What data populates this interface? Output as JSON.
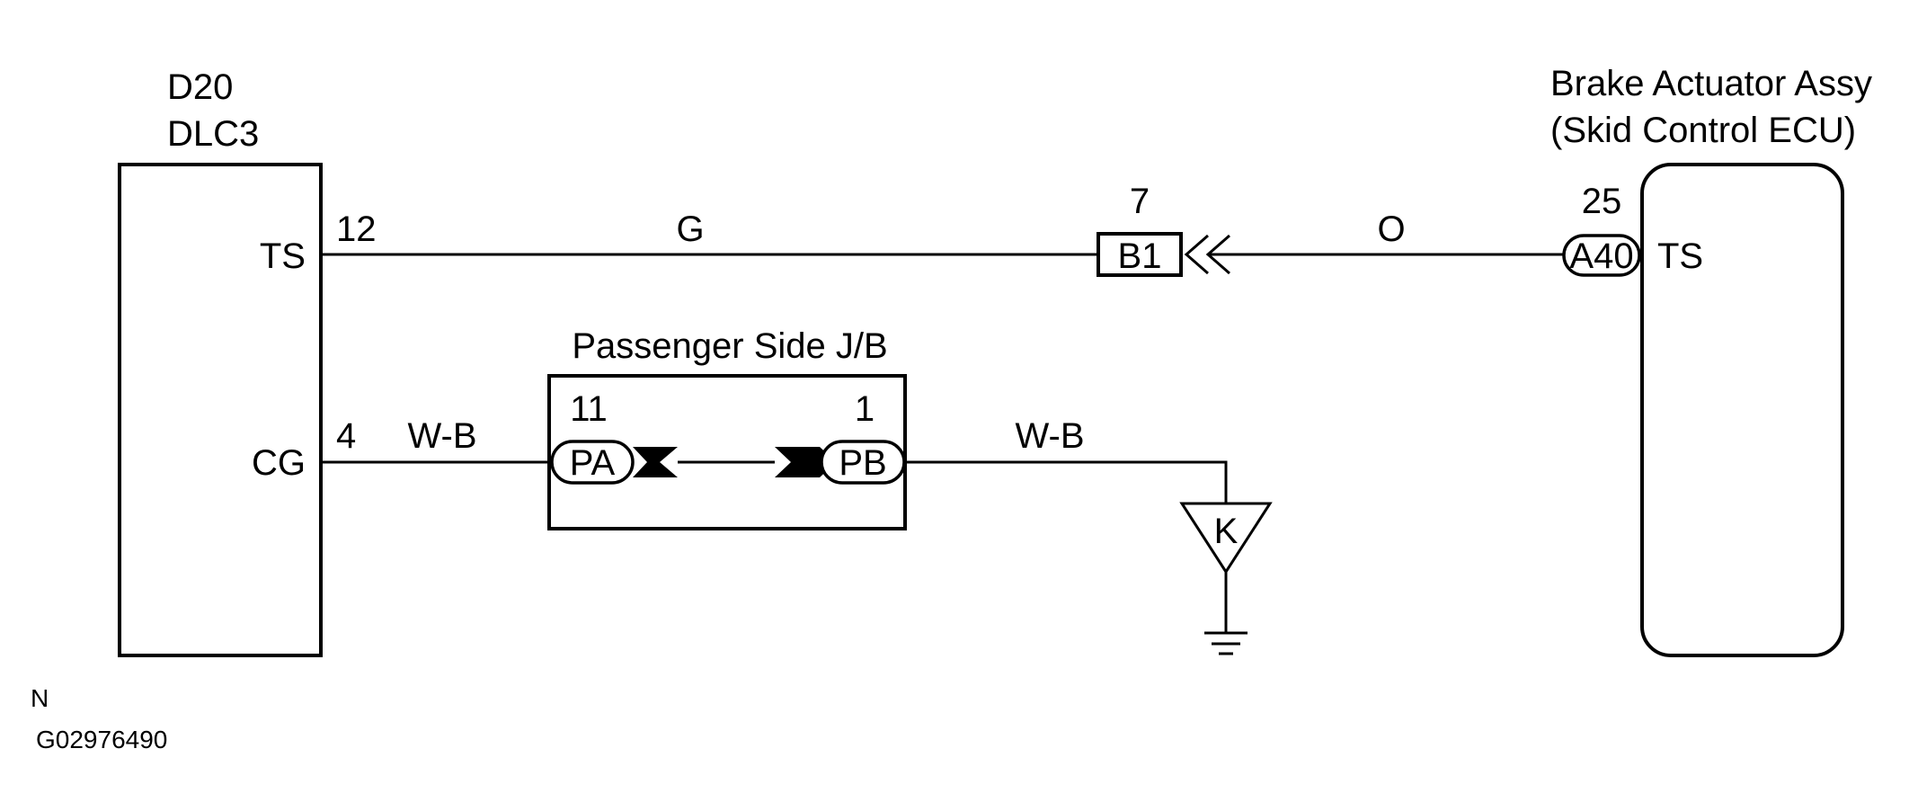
{
  "left_component": {
    "code": "D20",
    "name": "DLC3",
    "pin_ts_label": "TS",
    "pin_cg_label": "CG"
  },
  "right_component": {
    "name_line1": "Brake Actuator Assy",
    "name_line2": "(Skid Control ECU)",
    "pin_ts_label": "TS"
  },
  "wires": {
    "ts_pin_number": "12",
    "ts_left_color": "G",
    "connector_b1": "B1",
    "connector_b1_pin": "7",
    "ts_right_color": "O",
    "connector_a40": "A40",
    "connector_a40_pin": "25",
    "cg_pin_number": "4",
    "cg_left_color": "W-B",
    "cg_right_color": "W-B"
  },
  "junction_block": {
    "title": "Passenger Side J/B",
    "left_connector": "PA",
    "left_pin": "11",
    "right_connector": "PB",
    "right_pin": "1"
  },
  "ground": {
    "label": "K"
  },
  "footer": {
    "note": "N",
    "figure_id": "G02976490"
  }
}
